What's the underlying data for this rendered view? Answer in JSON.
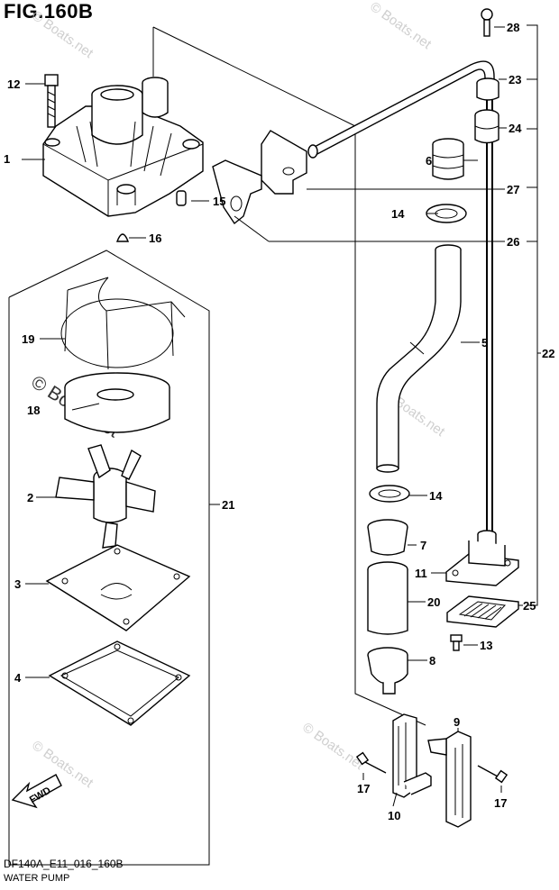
{
  "figure": {
    "title": "FIG.160B",
    "code": "DF140A_E11_016_160B",
    "caption": "WATER PUMP",
    "watermark": "© Boats.net"
  },
  "fwd_label": "FWD",
  "callouts": [
    "1",
    "2",
    "3",
    "4",
    "5",
    "6",
    "7",
    "8",
    "9",
    "10",
    "11",
    "12",
    "13",
    "14",
    "14",
    "15",
    "16",
    "17",
    "17",
    "18",
    "19",
    "20",
    "21",
    "22",
    "23",
    "24",
    "25",
    "26",
    "27",
    "28"
  ]
}
